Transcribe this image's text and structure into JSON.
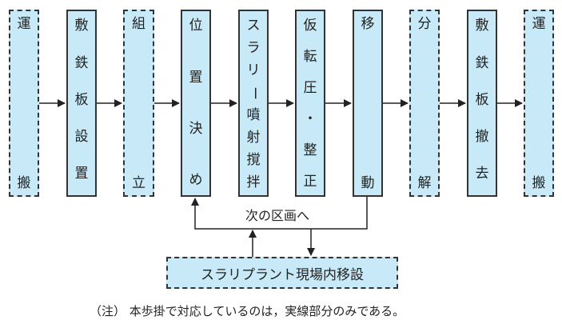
{
  "steps": [
    {
      "chars": [
        "運",
        "搬"
      ],
      "dashed": true
    },
    {
      "chars": [
        "敷",
        "鉄",
        "板",
        "設",
        "置"
      ],
      "dashed": false
    },
    {
      "chars": [
        "組",
        "立"
      ],
      "dashed": true
    },
    {
      "chars": [
        "位",
        "置",
        "決",
        "め"
      ],
      "dashed": false
    },
    {
      "chars": [
        "ス",
        "ラ",
        "リ",
        "ー",
        "噴",
        "射",
        "撹",
        "拌"
      ],
      "dashed": false
    },
    {
      "chars": [
        "仮",
        "転",
        "圧",
        "・",
        "整",
        "正"
      ],
      "dashed": false
    },
    {
      "chars": [
        "移",
        "動"
      ],
      "dashed": false
    },
    {
      "chars": [
        "分",
        "解"
      ],
      "dashed": true
    },
    {
      "chars": [
        "敷",
        "鉄",
        "板",
        "撤",
        "去"
      ],
      "dashed": false
    },
    {
      "chars": [
        "運",
        "搬"
      ],
      "dashed": true
    }
  ],
  "loop_label": "次の区画へ",
  "plant_move_label": "スラリプラント現場内移設",
  "note": "（注） 本歩掛で対応しているのは，実線部分のみである。"
}
